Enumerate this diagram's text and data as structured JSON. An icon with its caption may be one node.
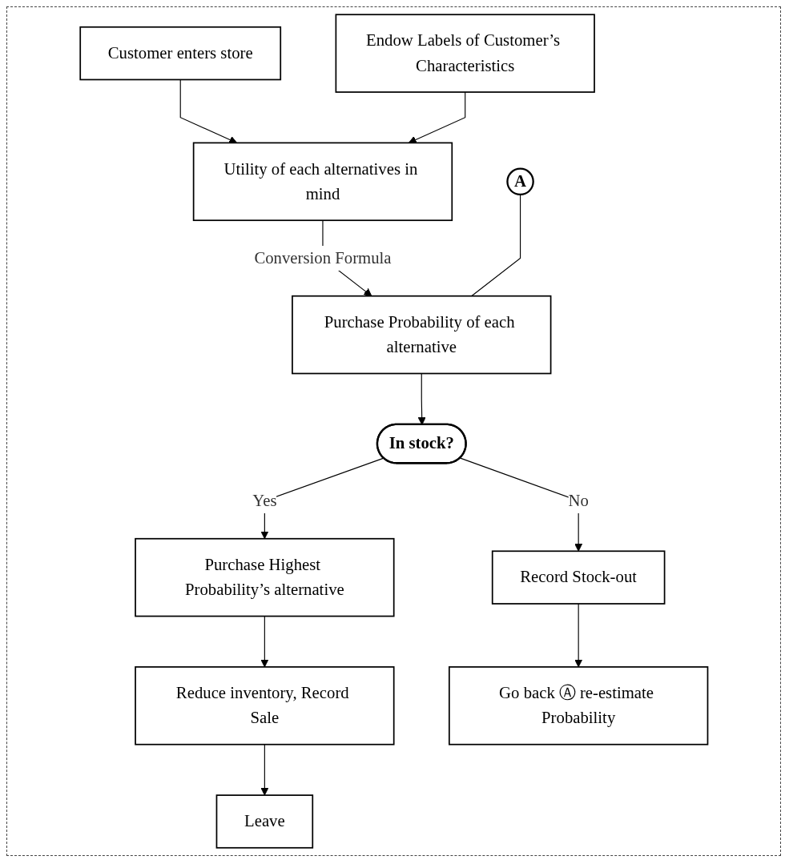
{
  "diagram": {
    "nodes": [
      {
        "text": [
          "Customer enters store"
        ]
      },
      {
        "text": [
          "Endow Labels of Customer’s Characteristics"
        ]
      },
      {
        "text": [
          "Utility of each alternatives in mind"
        ]
      },
      {
        "text": [
          "A"
        ]
      },
      {
        "text": [
          "Purchase Probability of each alternative"
        ]
      },
      {
        "text": [
          "In stock?"
        ]
      },
      {
        "text": [
          "Purchase Highest Probability’s alternative"
        ]
      },
      {
        "text": [
          "Record Stock-out"
        ]
      },
      {
        "text": [
          "Reduce inventory, Record Sale"
        ]
      },
      {
        "text": [
          "Go back Ⓐ re-estimate Probability"
        ]
      },
      {
        "text": [
          "Leave"
        ]
      }
    ],
    "edges": [
      {
        "from": 0,
        "to": 2,
        "arrow": "to"
      },
      {
        "from": 1,
        "to": 2,
        "arrow": "to"
      },
      {
        "from": 2,
        "to": 4,
        "arrow": "to",
        "label": "Conversion Formula"
      },
      {
        "from": 3,
        "to": 4,
        "arrow": "none"
      },
      {
        "from": 4,
        "to": 5,
        "arrow": "to"
      },
      {
        "from": 5,
        "to": 6,
        "arrow": "to",
        "label": "Yes"
      },
      {
        "from": 5,
        "to": 7,
        "arrow": "to",
        "label": "No"
      },
      {
        "from": 6,
        "to": 8,
        "arrow": "to"
      },
      {
        "from": 7,
        "to": 9,
        "arrow": "to"
      },
      {
        "from": 8,
        "to": 10,
        "arrow": "to"
      }
    ]
  }
}
